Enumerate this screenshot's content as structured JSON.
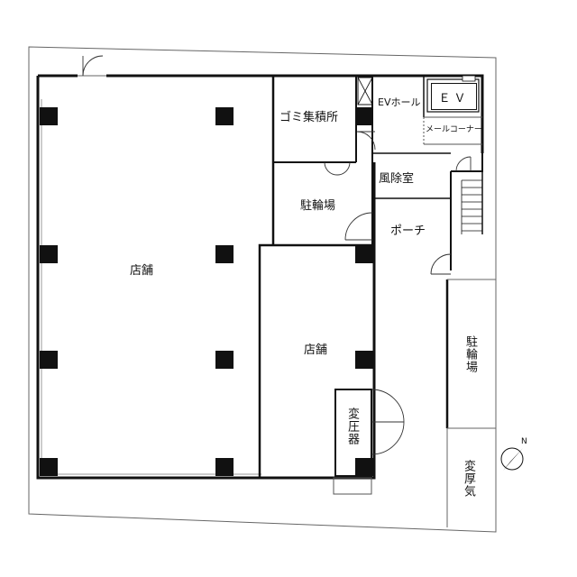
{
  "rooms": {
    "main_shop": "店舗",
    "shop": "店舗",
    "garbage": "ゴミ集積所",
    "ev_hall": "EVホール",
    "ev": "ＥＶ",
    "mail_corner": "メールコーナー",
    "windbreak": "風除室",
    "bicycle_inner": "駐輪場",
    "porch": "ポーチ",
    "bicycle_outer": "駐輪場",
    "transformer": "変圧器",
    "substation": "変厚気"
  },
  "north_arrow": {
    "letter": "N",
    "icon": "north-arrow-icon"
  },
  "colors": {
    "wall": "#111111",
    "line": "#555555"
  }
}
